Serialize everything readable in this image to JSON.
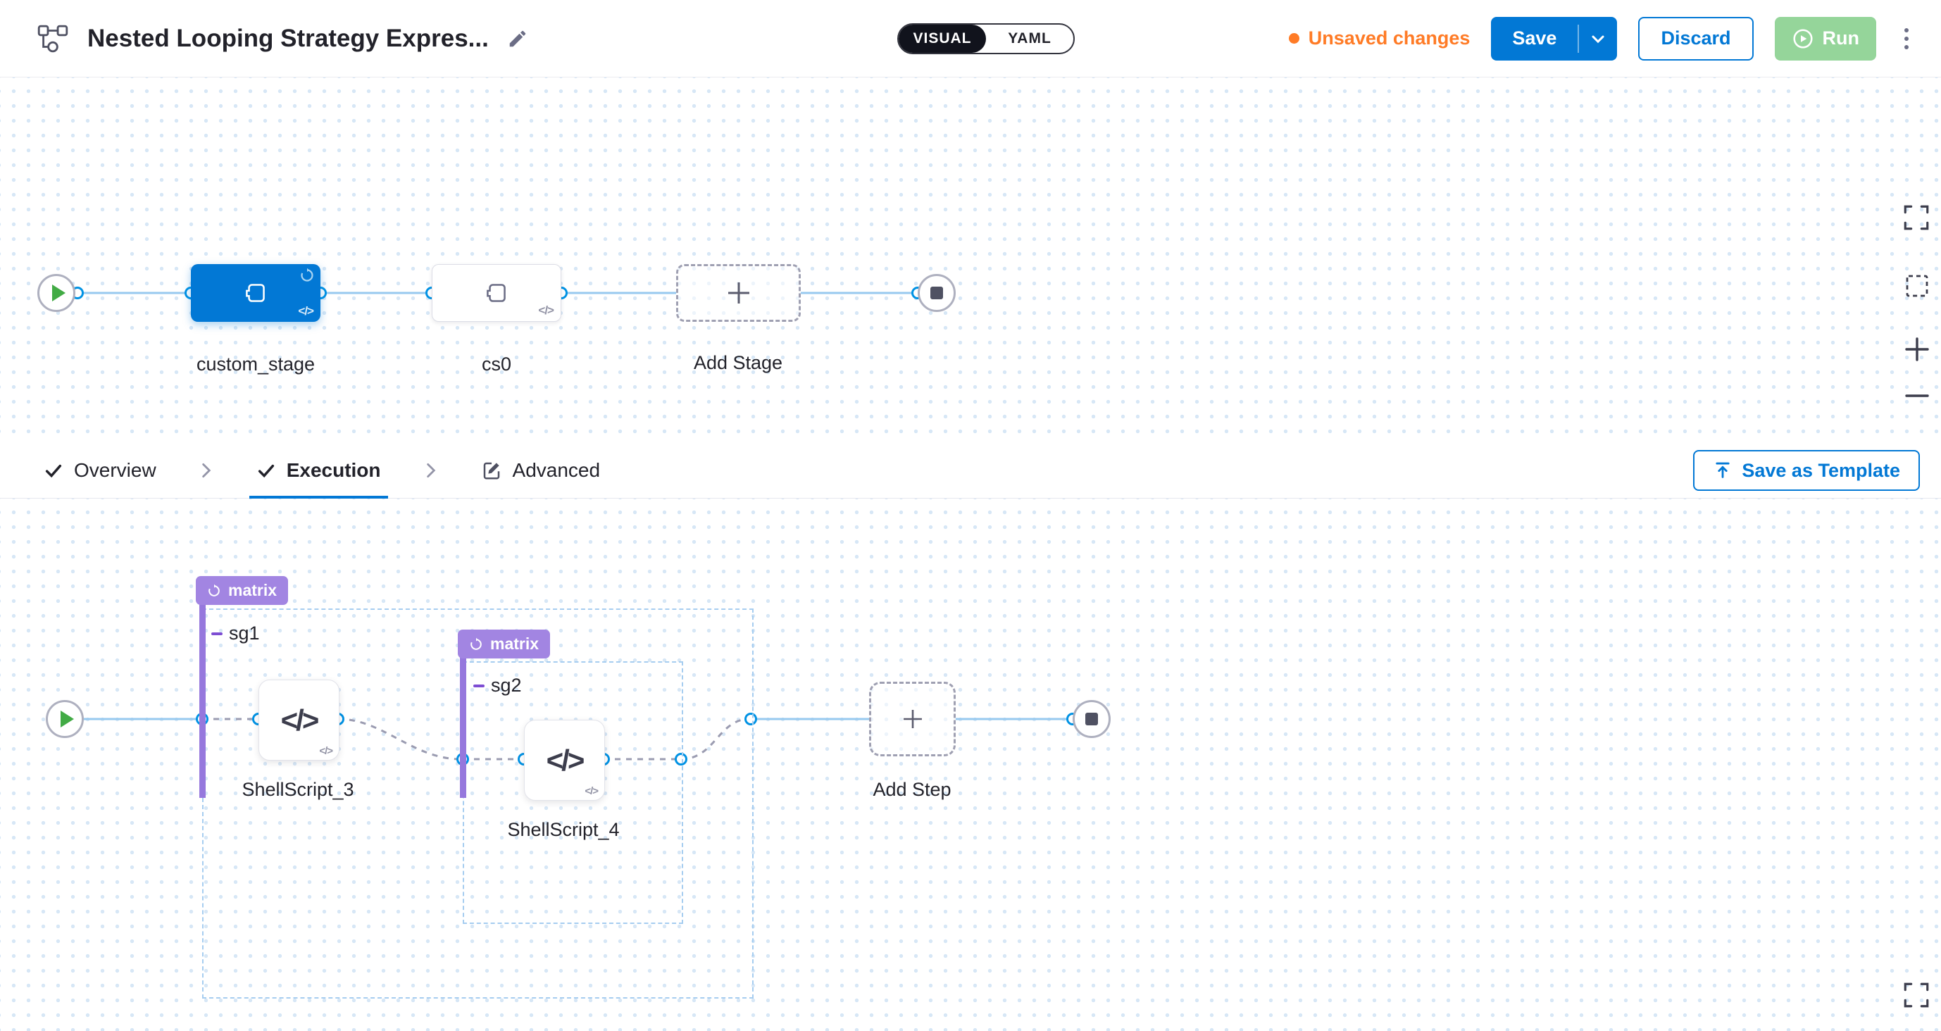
{
  "header": {
    "title": "Nested Looping Strategy Expres...",
    "mode_toggle": {
      "visual_label": "VISUAL",
      "yaml_label": "YAML",
      "selected": "VISUAL"
    },
    "unsaved_changes_label": "Unsaved changes",
    "save_label": "Save",
    "discard_label": "Discard",
    "run_label": "Run"
  },
  "stage_graph": {
    "stages": [
      {
        "name": "custom_stage",
        "selected": true,
        "has_loop_badge": true
      },
      {
        "name": "cs0",
        "selected": false
      }
    ],
    "add_stage_label": "Add Stage",
    "code_glyph": "</>"
  },
  "tab_bar": {
    "tabs": [
      {
        "label": "Overview",
        "checked": true
      },
      {
        "label": "Execution",
        "checked": true,
        "active": true
      },
      {
        "label": "Advanced",
        "checked": false
      }
    ],
    "save_as_template_label": "Save as Template"
  },
  "execution_graph": {
    "step_groups": [
      {
        "badge": "matrix",
        "name": "sg1"
      },
      {
        "badge": "matrix",
        "name": "sg2"
      }
    ],
    "steps": [
      {
        "name": "ShellScript_3"
      },
      {
        "name": "ShellScript_4"
      }
    ],
    "add_step_label": "Add Step",
    "code_glyph": "</>"
  },
  "colors": {
    "accent_blue": "#0278d5",
    "edge_blue": "#97c9ef",
    "dot_stroke_blue": "#0092e4",
    "matrix_purple": "#a285e2",
    "group_bar_purple": "#9678dd",
    "unsaved_orange": "#ff7b26",
    "run_green_disabled": "#95d59a",
    "start_green": "#42ab45"
  }
}
